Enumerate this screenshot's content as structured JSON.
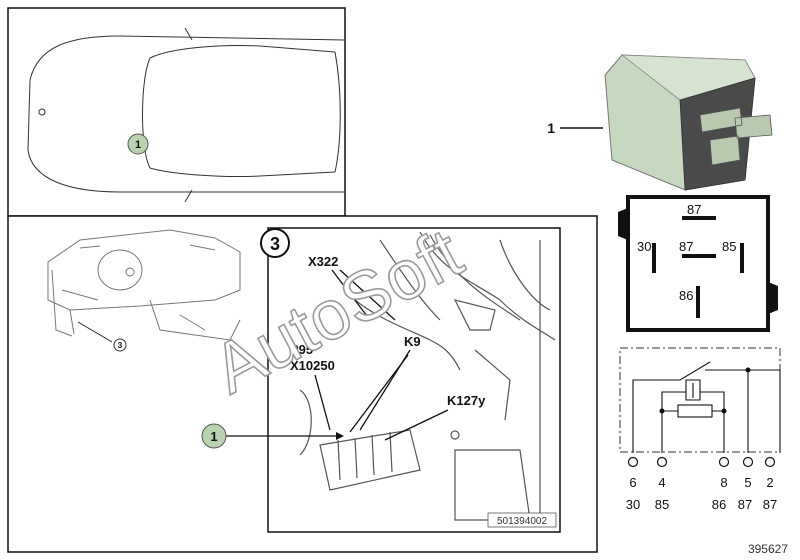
{
  "colors": {
    "callout_fill": "#b9d2b0",
    "relay_body": "#c7d8c0",
    "line": "#111111"
  },
  "callouts": {
    "car_view": "1",
    "engine_bay": "1",
    "relay_part": "1",
    "dashboard_ref": "3"
  },
  "engine_bay": {
    "panel_number": "3",
    "labels": [
      "X322",
      "P95",
      "X10250",
      "K9",
      "K127y"
    ],
    "photo_code": "501394002"
  },
  "relay_pinout": {
    "top": "87",
    "left": "30",
    "center": "87",
    "right": "85",
    "bottom": "86"
  },
  "schematic": {
    "pin_numbers": [
      "6",
      "4",
      "8",
      "5",
      "2"
    ],
    "terminal_labels": [
      "30",
      "85",
      "86",
      "87",
      "87"
    ]
  },
  "watermark": "AutoSoft",
  "image_number": "395627"
}
